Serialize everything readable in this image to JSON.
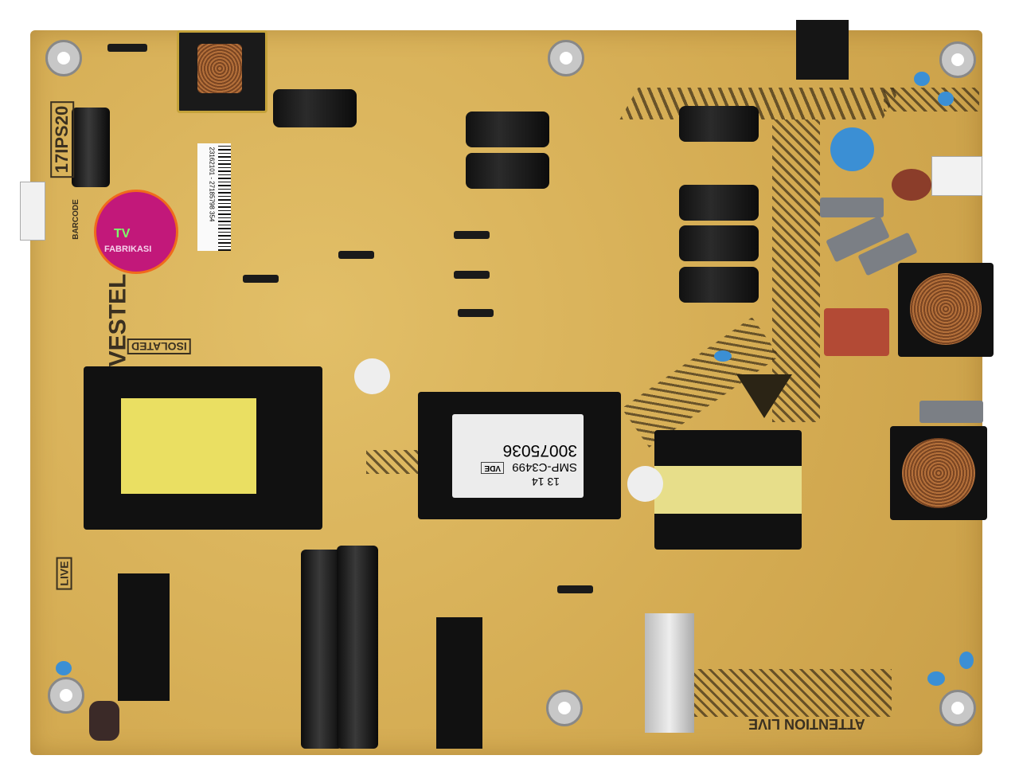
{
  "board": {
    "model": "17IPS20",
    "brand": "VESTEL",
    "isolated_label": "ISOLATED",
    "live_label": "LIVE",
    "warning_label": "ATTENTION LIVE",
    "barcode_silk": "BARCODE",
    "barcode_sticker": "23162101 - 27185798 354"
  },
  "transformer_label": {
    "mark": "VDE",
    "part": "30075036",
    "model": "SMP-C3499",
    "date": "13 14"
  },
  "watermark": {
    "line1": "TV",
    "line2": "FABRIKASI",
    "colors": {
      "bg": "#c2187a",
      "text1": "#7dff6a"
    }
  },
  "colors": {
    "pcb": "#d8b25a",
    "component": "#111111",
    "copper": "#b4703a"
  }
}
